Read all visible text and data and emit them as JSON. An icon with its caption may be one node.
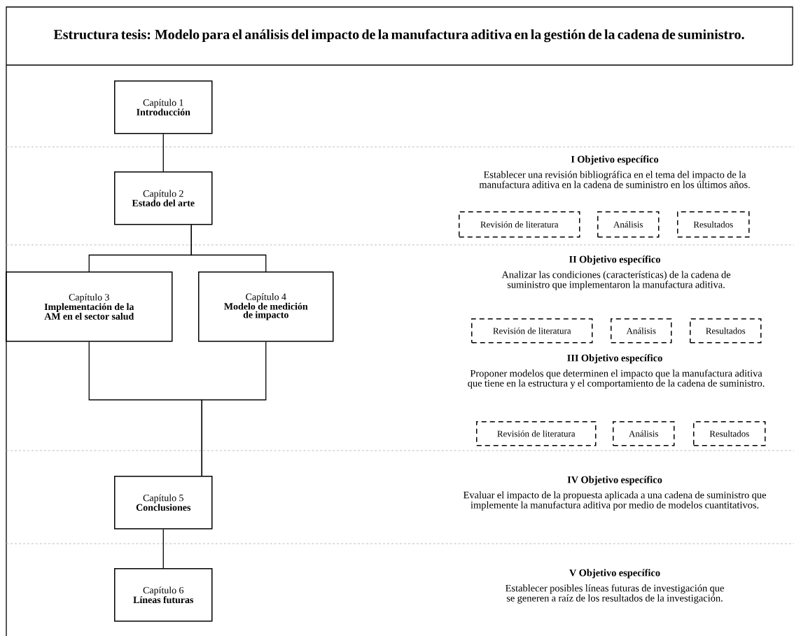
{
  "diagram": {
    "title": "Estructura tesis: Modelo para el análisis del impacto de la manufactura aditiva en la gestión de la cadena de suministro.",
    "nodes": [
      {
        "text": [
          "Capítulo 1",
          "Introducción"
        ]
      },
      {
        "text": [
          "Capítulo 2",
          "Estado del arte"
        ]
      },
      {
        "text": [
          "Capítulo 3",
          "Implementación de la AM en el sector salud"
        ]
      },
      {
        "text": [
          "Capítulo 4",
          "Modelo de medición de impacto"
        ]
      },
      {
        "text": [
          "Capítulo 5",
          "Conclusiones"
        ]
      },
      {
        "text": [
          "Capítulo 6",
          "Líneas futuras"
        ]
      },
      {
        "text": [
          "Revisión de literatura"
        ]
      },
      {
        "text": [
          "Análisis"
        ]
      },
      {
        "text": [
          "Resultados"
        ]
      },
      {
        "text": [
          "Revisión de literatura"
        ]
      },
      {
        "text": [
          "Análisis"
        ]
      },
      {
        "text": [
          "Resultados"
        ]
      },
      {
        "text": [
          "Revisión de literatura"
        ]
      },
      {
        "text": [
          "Análisis"
        ]
      },
      {
        "text": [
          "Resultados"
        ]
      }
    ],
    "edges": [
      {
        "from": 0,
        "to": 1,
        "arrow": "none"
      },
      {
        "from": 1,
        "to": 2,
        "arrow": "none"
      },
      {
        "from": 1,
        "to": 3,
        "arrow": "none"
      },
      {
        "from": 2,
        "to": 4,
        "arrow": "none"
      },
      {
        "from": 3,
        "to": 4,
        "arrow": "none"
      },
      {
        "from": 4,
        "to": 5,
        "arrow": "none"
      }
    ],
    "labels": [
      "I Objetivo específico",
      "Establecer una revisión bibliográfica en el tema del impacto de la manufactura aditiva en la cadena de suministro en los últimos años.",
      "II Objetivo específico",
      "Analizar las condiciones (características) de la cadena de suministro que implementaron la manufactura aditiva.",
      "III Objetivo específico",
      "Proponer modelos que determinen el impacto que la manufactura aditiva que tiene en la estructura y el comportamiento de la cadena de suministro.",
      "IV Objetivo específico",
      "Evaluar el impacto de la propuesta aplicada a una cadena de suministro que implemente la manufactura aditiva por medio de modelos cuantitativos.",
      "V Objetivo específico",
      "Establecer posibles líneas futuras de investigación que se generen a raíz de los resultados de la investigación."
    ]
  }
}
